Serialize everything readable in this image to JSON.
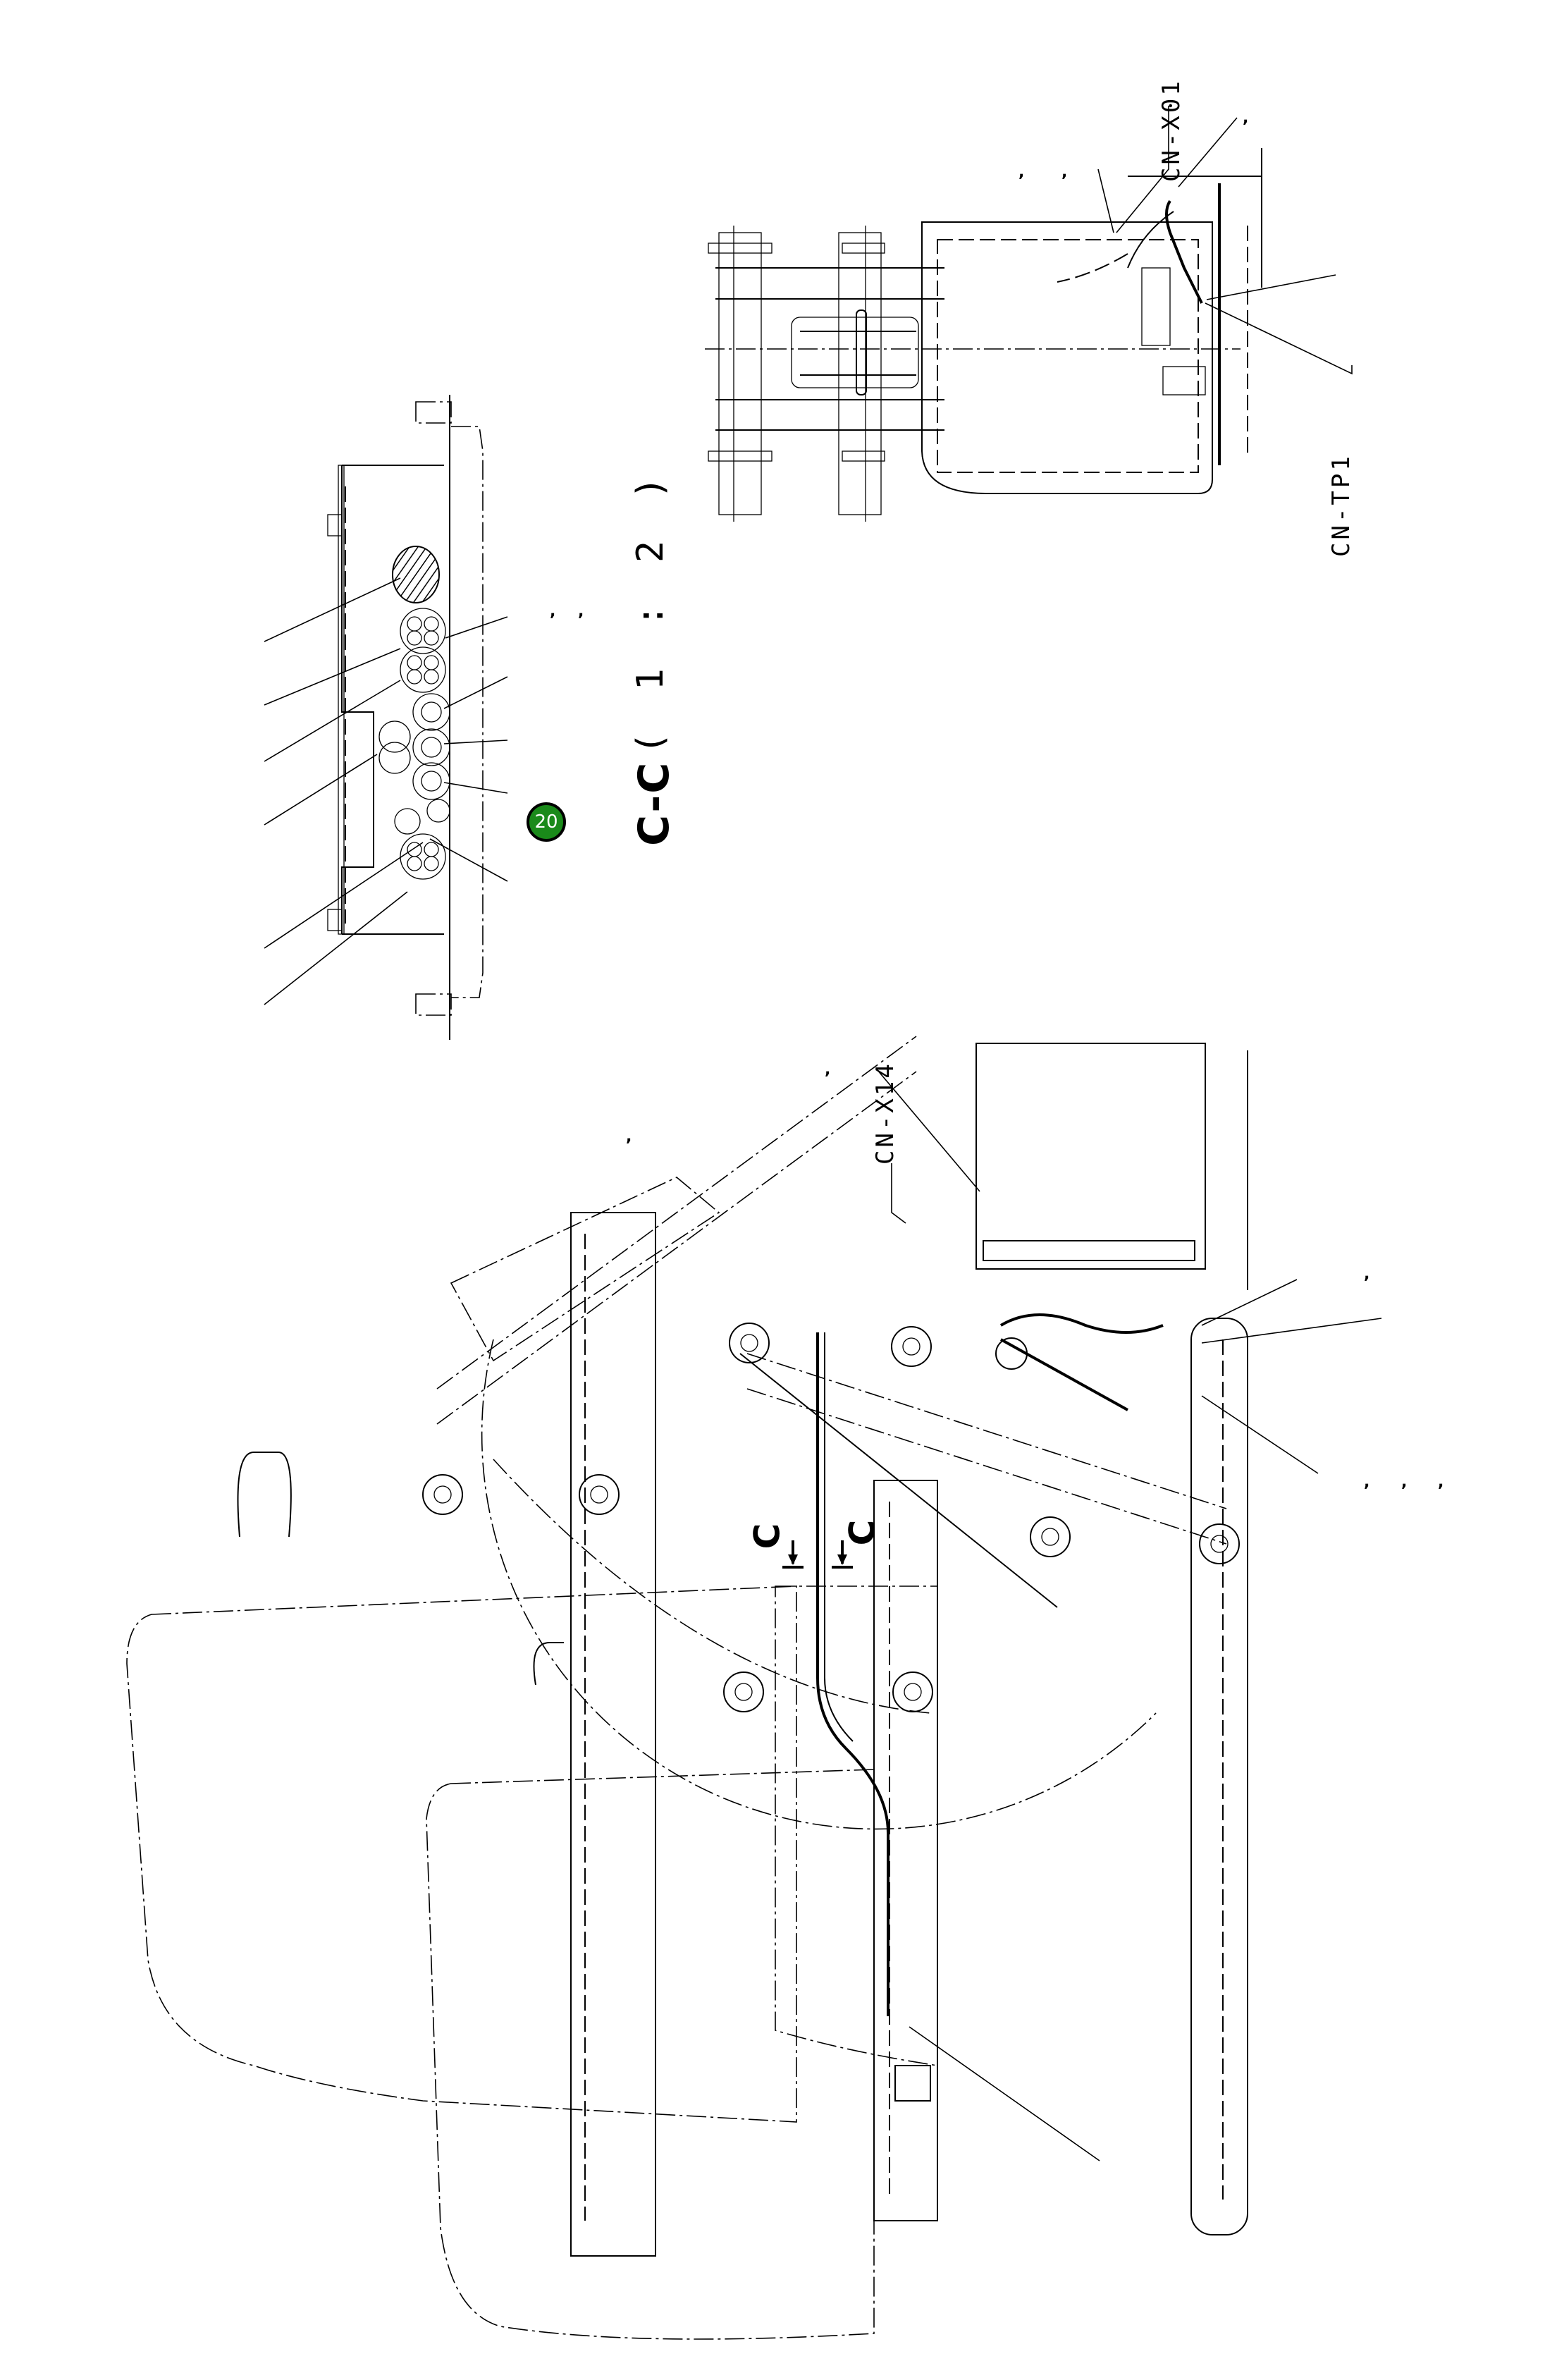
{
  "drawing": {
    "type": "wiring harness routing drawing (rotated 90°)",
    "background_color": "#ffffff",
    "line_color": "#000000"
  },
  "connectors": {
    "cn_x01": "CN-X01",
    "cn_tp1": "CN-TP1",
    "cn_x14": "CN-X14"
  },
  "section_view": {
    "title": "C-C",
    "scale": "( 1 : 2 )",
    "cutting_plane_letter_left": "C",
    "cutting_plane_letter_right": "C"
  },
  "marker": {
    "label": "20",
    "color": "#1a8a1a"
  },
  "callout_marks": [
    ",",
    ",",
    ",",
    ",",
    ",",
    ",",
    ",",
    ",",
    ",",
    ",",
    ","
  ]
}
